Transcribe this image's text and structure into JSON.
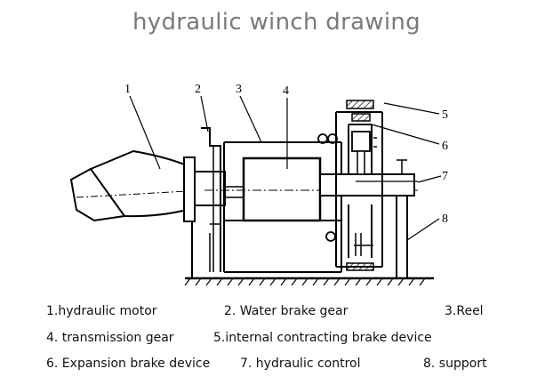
{
  "title": "hydraulic winch drawing",
  "callouts": [
    "1",
    "2",
    "3",
    "4",
    "5",
    "6",
    "7",
    "8"
  ],
  "legend": [
    [
      "1.hydraulic motor",
      "2. Water brake gear",
      "3.Reel"
    ],
    [
      "4. transmission gear",
      "5.internal contracting brake device"
    ],
    [
      "6. Expansion brake device",
      "7. hydraulic control",
      "8. support"
    ]
  ]
}
